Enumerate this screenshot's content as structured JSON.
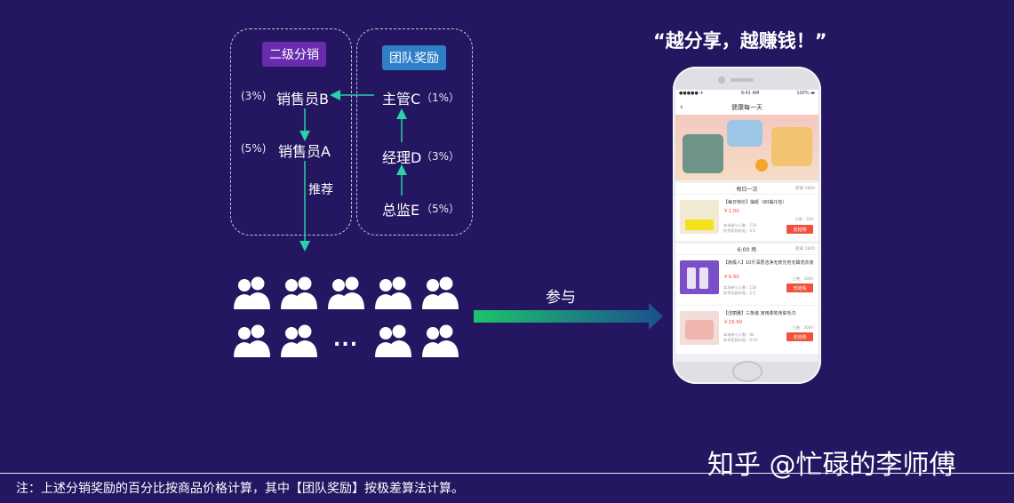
{
  "left_panel": {
    "tag": "二级分销",
    "tag_color": "#6a2cae",
    "nodes": [
      {
        "label": "销售员B",
        "pct": "(3%)"
      },
      {
        "label": "销售员A",
        "pct": "(5%)"
      }
    ],
    "recommend_label": "推荐"
  },
  "right_panel": {
    "tag": "团队奖励",
    "tag_color": "#2f7fc7",
    "nodes": [
      {
        "label": "主管C",
        "pct": "（1%）"
      },
      {
        "label": "经理D",
        "pct": "（3%）"
      },
      {
        "label": "总监E",
        "pct": "（5%）"
      }
    ]
  },
  "arrow_color": "#2bd1a7",
  "users": {
    "ellipsis": "...",
    "participate_label": "参与"
  },
  "slogan": "“越分享，越赚钱！”",
  "phone": {
    "status_left": "●●●●● ✈",
    "status_time": "9:41 AM",
    "status_right": "100% ▬",
    "app_title": "健康每一天",
    "back_icon": "‹",
    "sections": [
      {
        "title": "每日一次",
        "right": "距离 1800",
        "items": [
          {
            "title": "【每日特价】抽纸（80抽/1包）",
            "price": "￥1.00",
            "meta1": "本场参与人数：116",
            "meta2": "秒杀奖励补贴：0.5",
            "count": "已售：200",
            "buy": "去抢购",
            "thumb_color": "#f3ead3"
          }
        ]
      },
      {
        "title": "6:00 场",
        "right": "距离 1800",
        "items": [
          {
            "title": "【南极人】10斤深层洁净无荧光剂无磷洗衣液",
            "price": "￥9.90",
            "meta1": "本场参与人数：116",
            "meta2": "秒杀奖励补贴：2.5",
            "count": "已售：3000",
            "buy": "去抢购",
            "thumb_color": "#7a4fc7"
          },
          {
            "title": "【洁丽雅】三条装 家用柔软亲肤毛巾",
            "price": "￥19.90",
            "meta1": "本场参与人数：84",
            "meta2": "秒杀奖励补贴：5.04",
            "count": "已售：3000",
            "buy": "去抢购",
            "thumb_color": "#f2ddd8"
          }
        ]
      }
    ]
  },
  "watermark": "知乎 @忙碌的李师傅",
  "footnote": "注：上述分销奖励的百分比按商品价格计算，其中【团队奖励】按极差算法计算。"
}
